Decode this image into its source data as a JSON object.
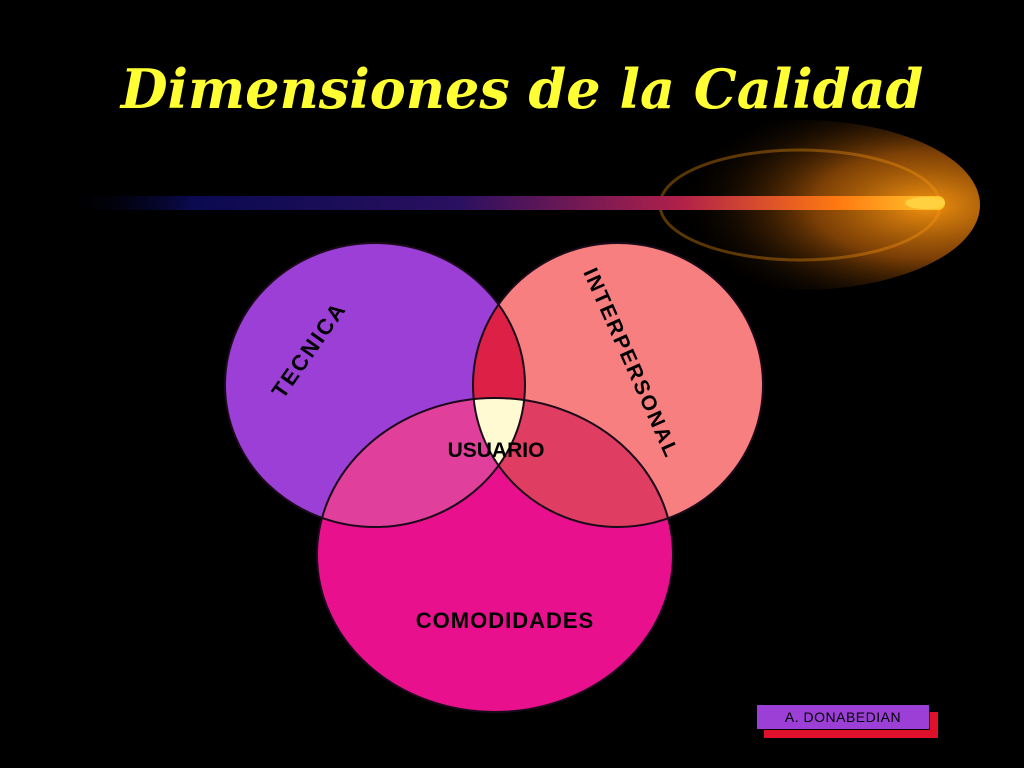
{
  "slide": {
    "title": "Dimensiones de la Calidad",
    "author": "A.  DONABEDIAN"
  },
  "diagram": {
    "sets": [
      {
        "label": "TECNICA",
        "color": "#9b3fd6"
      },
      {
        "label": "INTERPERSONAL",
        "color": "#f87f7f"
      },
      {
        "label": "COMODIDADES",
        "color": "#e8108c"
      }
    ],
    "center_label": "USUARIO",
    "colors": {
      "tecnica_interpersonal": "#dc2046",
      "tecnica_comodidades": "#e0409c",
      "interpersonal_comodidades": "#df3d62",
      "center": "#fffad2",
      "title": "#ffff33",
      "streak": "#ff9a10"
    }
  }
}
